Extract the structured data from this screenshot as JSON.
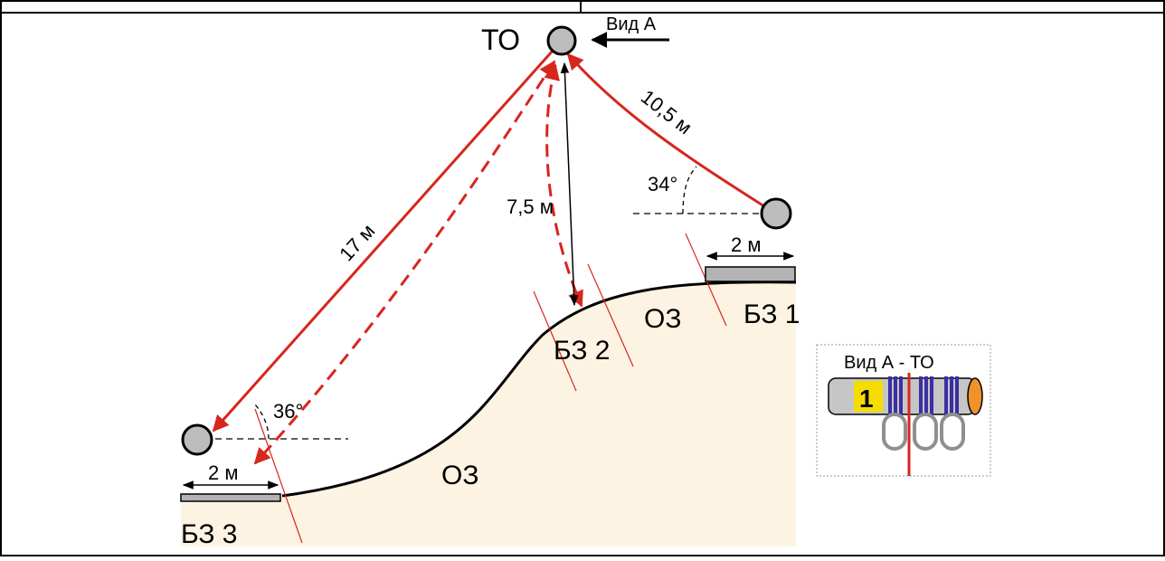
{
  "labels": {
    "top_anchor": "ТО",
    "view_arrow": "Вид А",
    "upper_length": "10,5 м",
    "left_length": "17 м",
    "vertical_length": "7,5 м",
    "upper_angle": "34°",
    "lower_angle": "36°",
    "right_platform_width": "2 м",
    "left_platform_width": "2 м",
    "danger_zone_upper": "ОЗ",
    "danger_zone_lower": "ОЗ",
    "safe_zone_1": "БЗ 1",
    "safe_zone_2": "БЗ 2",
    "safe_zone_3": "БЗ 3"
  },
  "inset": {
    "title": "Вид А - ТО",
    "marker_number": "1"
  },
  "colors": {
    "rope_red": "#d7261e",
    "ground_fill": "#fdf3e2",
    "anchor_gray": "#bdbdbd",
    "platform_gray": "#b3b3b3",
    "wrap_blue": "#3b2fa3",
    "marker_yellow": "#f5dd00",
    "pipe_end_orange": "#f0912c"
  }
}
